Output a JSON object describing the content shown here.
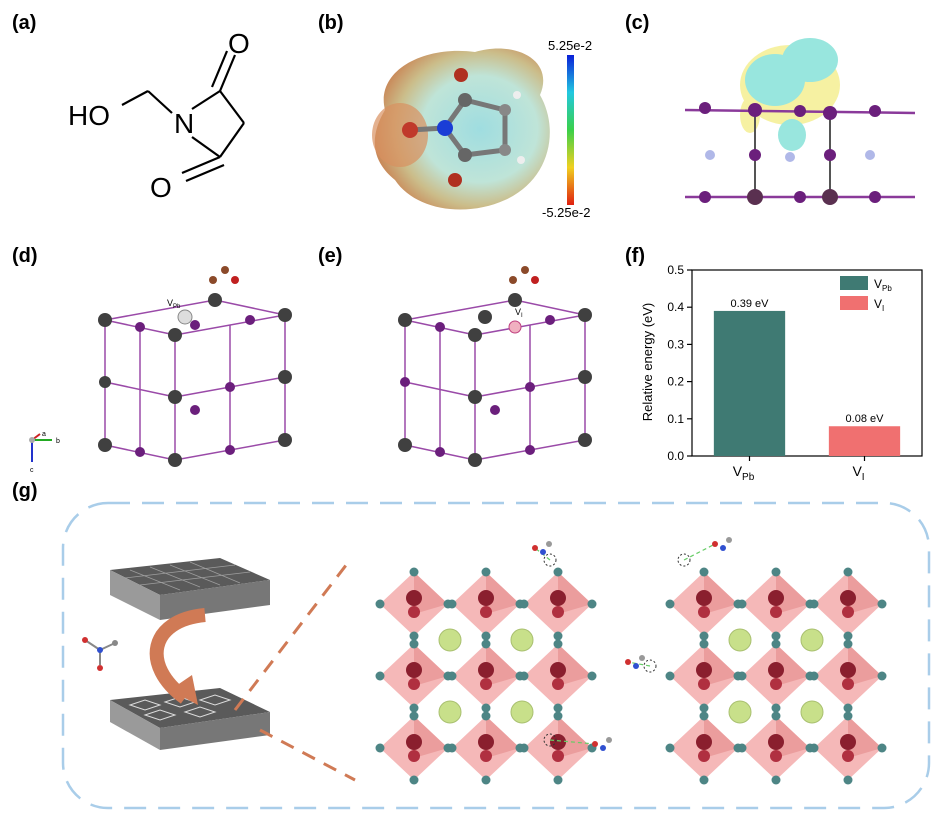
{
  "panels": {
    "a": "(a)",
    "b": "(b)",
    "c": "(c)",
    "d": "(d)",
    "e": "(e)",
    "f": "(f)",
    "g": "(g)"
  },
  "molecule": {
    "ho": "HO",
    "n": "N",
    "o_top": "O",
    "o_bottom": "O"
  },
  "esp_scale": {
    "max": "5.25e-2",
    "min": "-5.25e-2"
  },
  "lattice": {
    "vacancy_pb": "V",
    "vacancy_pb_sub": "Pb",
    "vacancy_i": "V",
    "vacancy_i_sub": "I",
    "axis_a": "a",
    "axis_b": "b",
    "axis_c": "c"
  },
  "colors": {
    "vpb_bar": "#3f7a73",
    "vi_bar": "#f07070",
    "iodine": "#7b1f8a",
    "lead": "#4a4a4a",
    "octahedron": "#f2a0a0",
    "cation": "#c8e08a",
    "dash_border": "#a9cde9",
    "arrow": "#d07a55"
  },
  "chart_data": {
    "type": "bar",
    "categories": [
      "V_Pb",
      "V_I"
    ],
    "category_labels": [
      {
        "main": "V",
        "sub": "Pb"
      },
      {
        "main": "V",
        "sub": "I"
      }
    ],
    "series": [
      {
        "name": "V_Pb",
        "values": [
          0.39,
          null
        ]
      },
      {
        "name": "V_I",
        "values": [
          null,
          0.08
        ]
      }
    ],
    "values": [
      0.39,
      0.08
    ],
    "data_labels": [
      "0.39 eV",
      "0.08 eV"
    ],
    "ylabel": "Relative energy (eV)",
    "xlabel": "",
    "ylim": [
      0.0,
      0.5
    ],
    "yticks": [
      "0.0",
      "0.1",
      "0.2",
      "0.3",
      "0.4",
      "0.5"
    ],
    "legend": [
      {
        "main": "V",
        "sub": "Pb"
      },
      {
        "main": "V",
        "sub": "I"
      }
    ],
    "legend_position": "top-right",
    "grid": false
  }
}
